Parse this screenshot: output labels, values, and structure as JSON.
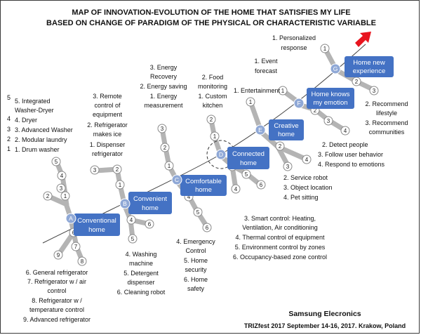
{
  "title": {
    "line1": "MAP OF INNOVATION-EVOLUTION OF THE HOME THAT SATISFIES MY LIFE",
    "line2": "BASED ON CHANGE OF PARADIGM OF THE PHYSICAL OR CHARACTERISTIC VARIABLE"
  },
  "colors": {
    "stage_box": "#4472c4",
    "branch": "#b4b4b4",
    "circle_stroke": "#8a8a8a",
    "arrow": "#e8141e"
  },
  "stages": [
    {
      "letter": "A",
      "line1": "Conventional",
      "line2": "home"
    },
    {
      "letter": "B",
      "line1": "Convenient",
      "line2": "home"
    },
    {
      "letter": "C",
      "line1": "Comfortable",
      "line2": "home"
    },
    {
      "letter": "D",
      "line1": "Connected",
      "line2": "home"
    },
    {
      "letter": "E",
      "line1": "Creative",
      "line2": "home"
    },
    {
      "letter": "F",
      "line1": "Home knows",
      "line2": "my emotion"
    },
    {
      "letter": "G",
      "line1": "Home new",
      "line2": "experience"
    }
  ],
  "branch_numbers": {
    "A_up": [
      "1",
      "2",
      "3",
      "4",
      "5"
    ],
    "A_down": [
      "6",
      "7",
      "8",
      "9"
    ],
    "B_up": [
      "1",
      "2",
      "3"
    ],
    "B_down": [
      "4",
      "5",
      "6"
    ],
    "C_up": [
      "1",
      "2",
      "3"
    ],
    "C_down": [
      "4",
      "5",
      "6"
    ],
    "D_up": [
      "1",
      "2"
    ],
    "D_down": [
      "3",
      "4",
      "5",
      "6"
    ],
    "E_up": [
      "1"
    ],
    "E_down": [
      "2",
      "3",
      "4"
    ],
    "F_up": [
      "1"
    ],
    "F_down": [
      "2",
      "3",
      "4"
    ],
    "G_up": [
      "1"
    ],
    "G_down": [
      "2",
      "3"
    ]
  },
  "labels": {
    "A_up": [
      "5. Integrated",
      "Washer-Dryer",
      "4. Dryer",
      "3. Advanced Washer",
      "2. Modular laundry",
      "1. Drum washer"
    ],
    "A_up_numbers": [
      "5",
      "4",
      "3",
      "2",
      "1"
    ],
    "A_down": [
      "6. General refrigerator",
      "7. Refrigerator w / air",
      "control",
      "8. Refrigerator w /",
      "temperature control",
      "9. Advanced refrigerator"
    ],
    "B_up": [
      "3. Remote",
      "control of",
      "equipment",
      "2. Refrigerator",
      "makes ice",
      "1. Dispenser",
      "refrigerator"
    ],
    "B_down": [
      "4. Washing",
      "machine",
      "5. Detergent",
      "dispenser",
      "6. Cleaning robot"
    ],
    "C_up": [
      "3. Energy",
      "Recovery",
      "2. Energy saving",
      "1. Energy",
      "measurement"
    ],
    "C_down": [
      "4. Emergency",
      "Control",
      "5. Home",
      "security",
      "6. Home",
      "safety"
    ],
    "D_up": [
      "2. Food",
      "monitoring",
      "1. Custom",
      "kitchen"
    ],
    "D_down": [
      "3. Smart control: Heating,",
      "Ventilation, Air conditioning",
      "4. Thermal control of equipment",
      "5. Environment control by zones",
      "6. Occupancy-based zone control"
    ],
    "E_up": [
      "1. Entertainment"
    ],
    "E_down": [
      "2. Service robot",
      "3. Object location",
      "4. Pet sitting"
    ],
    "F_up": [
      "1. Event",
      "forecast"
    ],
    "F_down": [
      "2. Detect people",
      "3. Follow user behavior",
      "4. Respond to emotions"
    ],
    "G_up": [
      "1.  Personalized",
      "response"
    ],
    "G_down": [
      "2. Recommend",
      "lifestyle",
      "3. Recommend",
      "communities"
    ]
  },
  "footer": {
    "company": "Samsung Elecronics",
    "event": "TRIZfest 2017 September 14-16, 2017. Krakow, Poland"
  }
}
